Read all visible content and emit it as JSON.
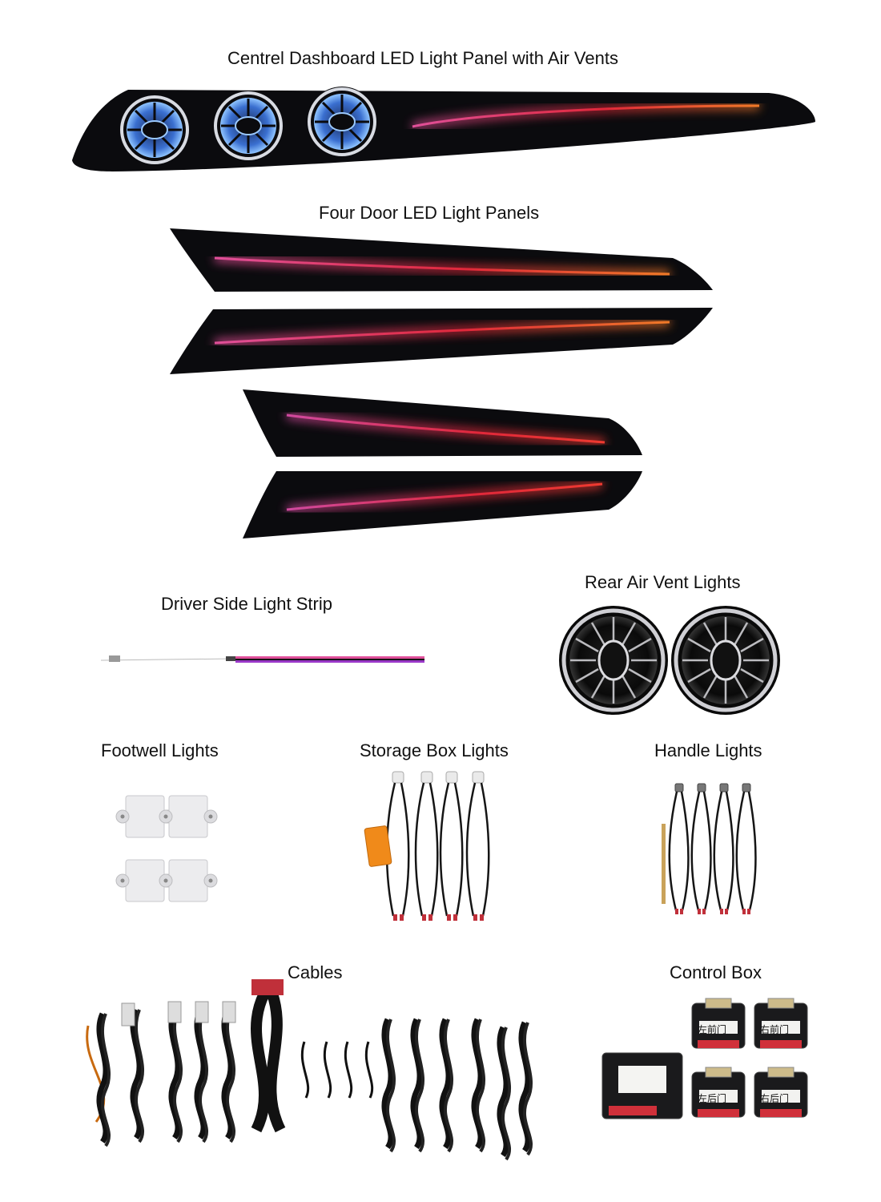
{
  "sections": {
    "dashboard": "Centrel Dashboard LED Light Panel with Air Vents",
    "doors": "Four Door LED Light Panels",
    "driver_strip": "Driver Side Light Strip",
    "rear_vents": "Rear Air Vent Lights",
    "footwell": "Footwell Lights",
    "storage": "Storage Box Lights",
    "handle": "Handle Lights",
    "cables": "Cables",
    "control_box": "Control Box"
  },
  "control_box_tags": [
    "左前门",
    "右前门",
    "左后门",
    "右后门"
  ],
  "colors": {
    "panel_black": "#0b0b0e",
    "glow_pink": "#e0509a",
    "glow_red": "#e0283a",
    "glow_orange": "#f07a28",
    "vent_blue": "#5aa8ff",
    "ring_silver": "#cfcfd4"
  }
}
